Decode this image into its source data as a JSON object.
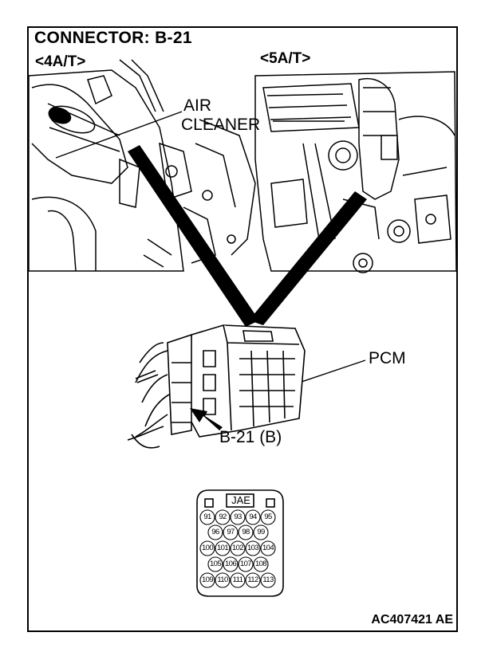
{
  "header": {
    "title": "CONNECTOR: B-21"
  },
  "views": {
    "left": "<4A/T>",
    "right": "<5A/T>"
  },
  "callouts": {
    "air_cleaner_line1": "AIR",
    "air_cleaner_line2": "CLEANER",
    "pcm": "PCM",
    "connector": "B-21 (B)"
  },
  "connector_face": {
    "label": "JAE",
    "rows": [
      [
        "91",
        "92",
        "93",
        "94",
        "95"
      ],
      [
        "96",
        "97",
        "98",
        "99"
      ],
      [
        "100",
        "101",
        "102",
        "103",
        "104"
      ],
      [
        "105",
        "106",
        "107",
        "108"
      ],
      [
        "109",
        "110",
        "111",
        "112",
        "113"
      ]
    ]
  },
  "footer": {
    "code": "AC407421 AE"
  }
}
